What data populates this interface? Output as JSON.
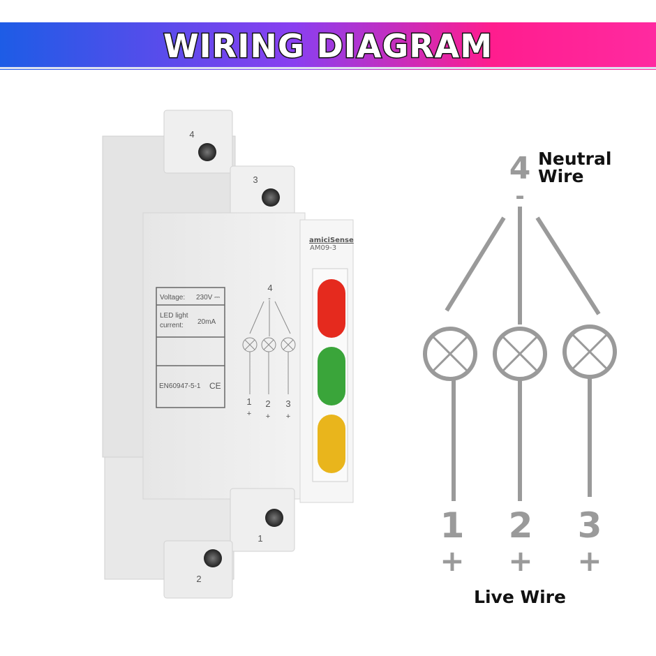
{
  "banner": {
    "title": "WIRING DIAGRAM",
    "gradient_colors": [
      "#1d5ce6",
      "#8a3ff0",
      "#ff1d8e",
      "#ff2aa0"
    ]
  },
  "device": {
    "brand": "amiciSense",
    "model": "AM09-3",
    "terminals": [
      "4",
      "3",
      "1",
      "2"
    ],
    "label_plate": {
      "voltage_label": "Voltage:",
      "voltage_value": "230V ⎓",
      "led_label_line1": "LED light",
      "led_label_line2": "current:",
      "led_value": "20mA",
      "standard": "EN60947-5-1",
      "ce_mark": "CE"
    },
    "mini_diagram": {
      "top": "4",
      "top_sign": "-",
      "bottom": [
        "1",
        "2",
        "3"
      ],
      "bottom_sign": "+"
    },
    "leds": [
      {
        "color": "#e52a1e"
      },
      {
        "color": "#3aa53a"
      },
      {
        "color": "#e9b51c"
      }
    ]
  },
  "diagram": {
    "neutral_number": "4",
    "neutral_sign": "-",
    "neutral_label_line1": "Neutral",
    "neutral_label_line2": "Wire",
    "live_numbers": [
      "1",
      "2",
      "3"
    ],
    "live_sign": "+",
    "live_label": "Live Wire",
    "line_color": "#9a9a9a"
  }
}
